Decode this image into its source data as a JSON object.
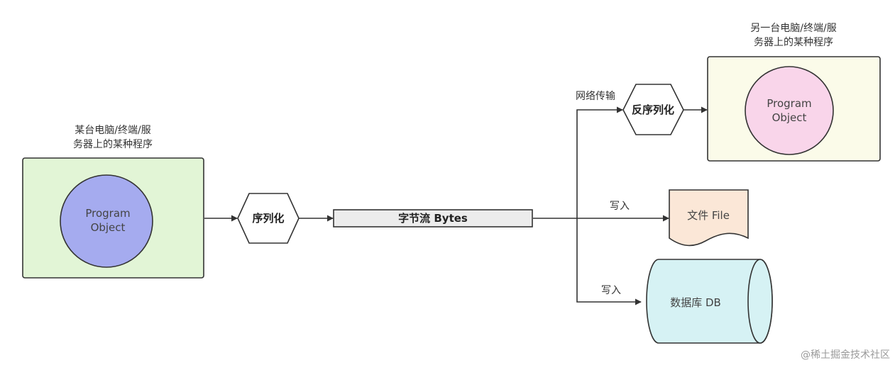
{
  "source_machine": {
    "caption_line1": "某台电脑/终端/服",
    "caption_line2": "务器上的某种程序",
    "object_line1": "Program",
    "object_line2": "Object",
    "box_fill": "#e2f5d6",
    "object_fill": "#a5abef"
  },
  "serialize": {
    "label": "序列化"
  },
  "byte_stream": {
    "label": "字节流 Bytes",
    "fill": "#ececec"
  },
  "network_edge": {
    "label": "网络传输"
  },
  "deserialize": {
    "label": "反序列化"
  },
  "target_machine": {
    "caption_line1": "另一台电脑/终端/服",
    "caption_line2": "务器上的某种程序",
    "object_line1": "Program",
    "object_line2": "Object",
    "box_fill": "#fbfbe9",
    "object_fill": "#f9d5ea"
  },
  "file_edge": {
    "label": "写入"
  },
  "file": {
    "label": "文件 File",
    "fill": "#fbe7d7"
  },
  "db_edge": {
    "label": "写入"
  },
  "database": {
    "label": "数据库 DB",
    "fill": "#d6f2f4"
  },
  "watermark": {
    "text": "@稀土掘金技术社区"
  }
}
